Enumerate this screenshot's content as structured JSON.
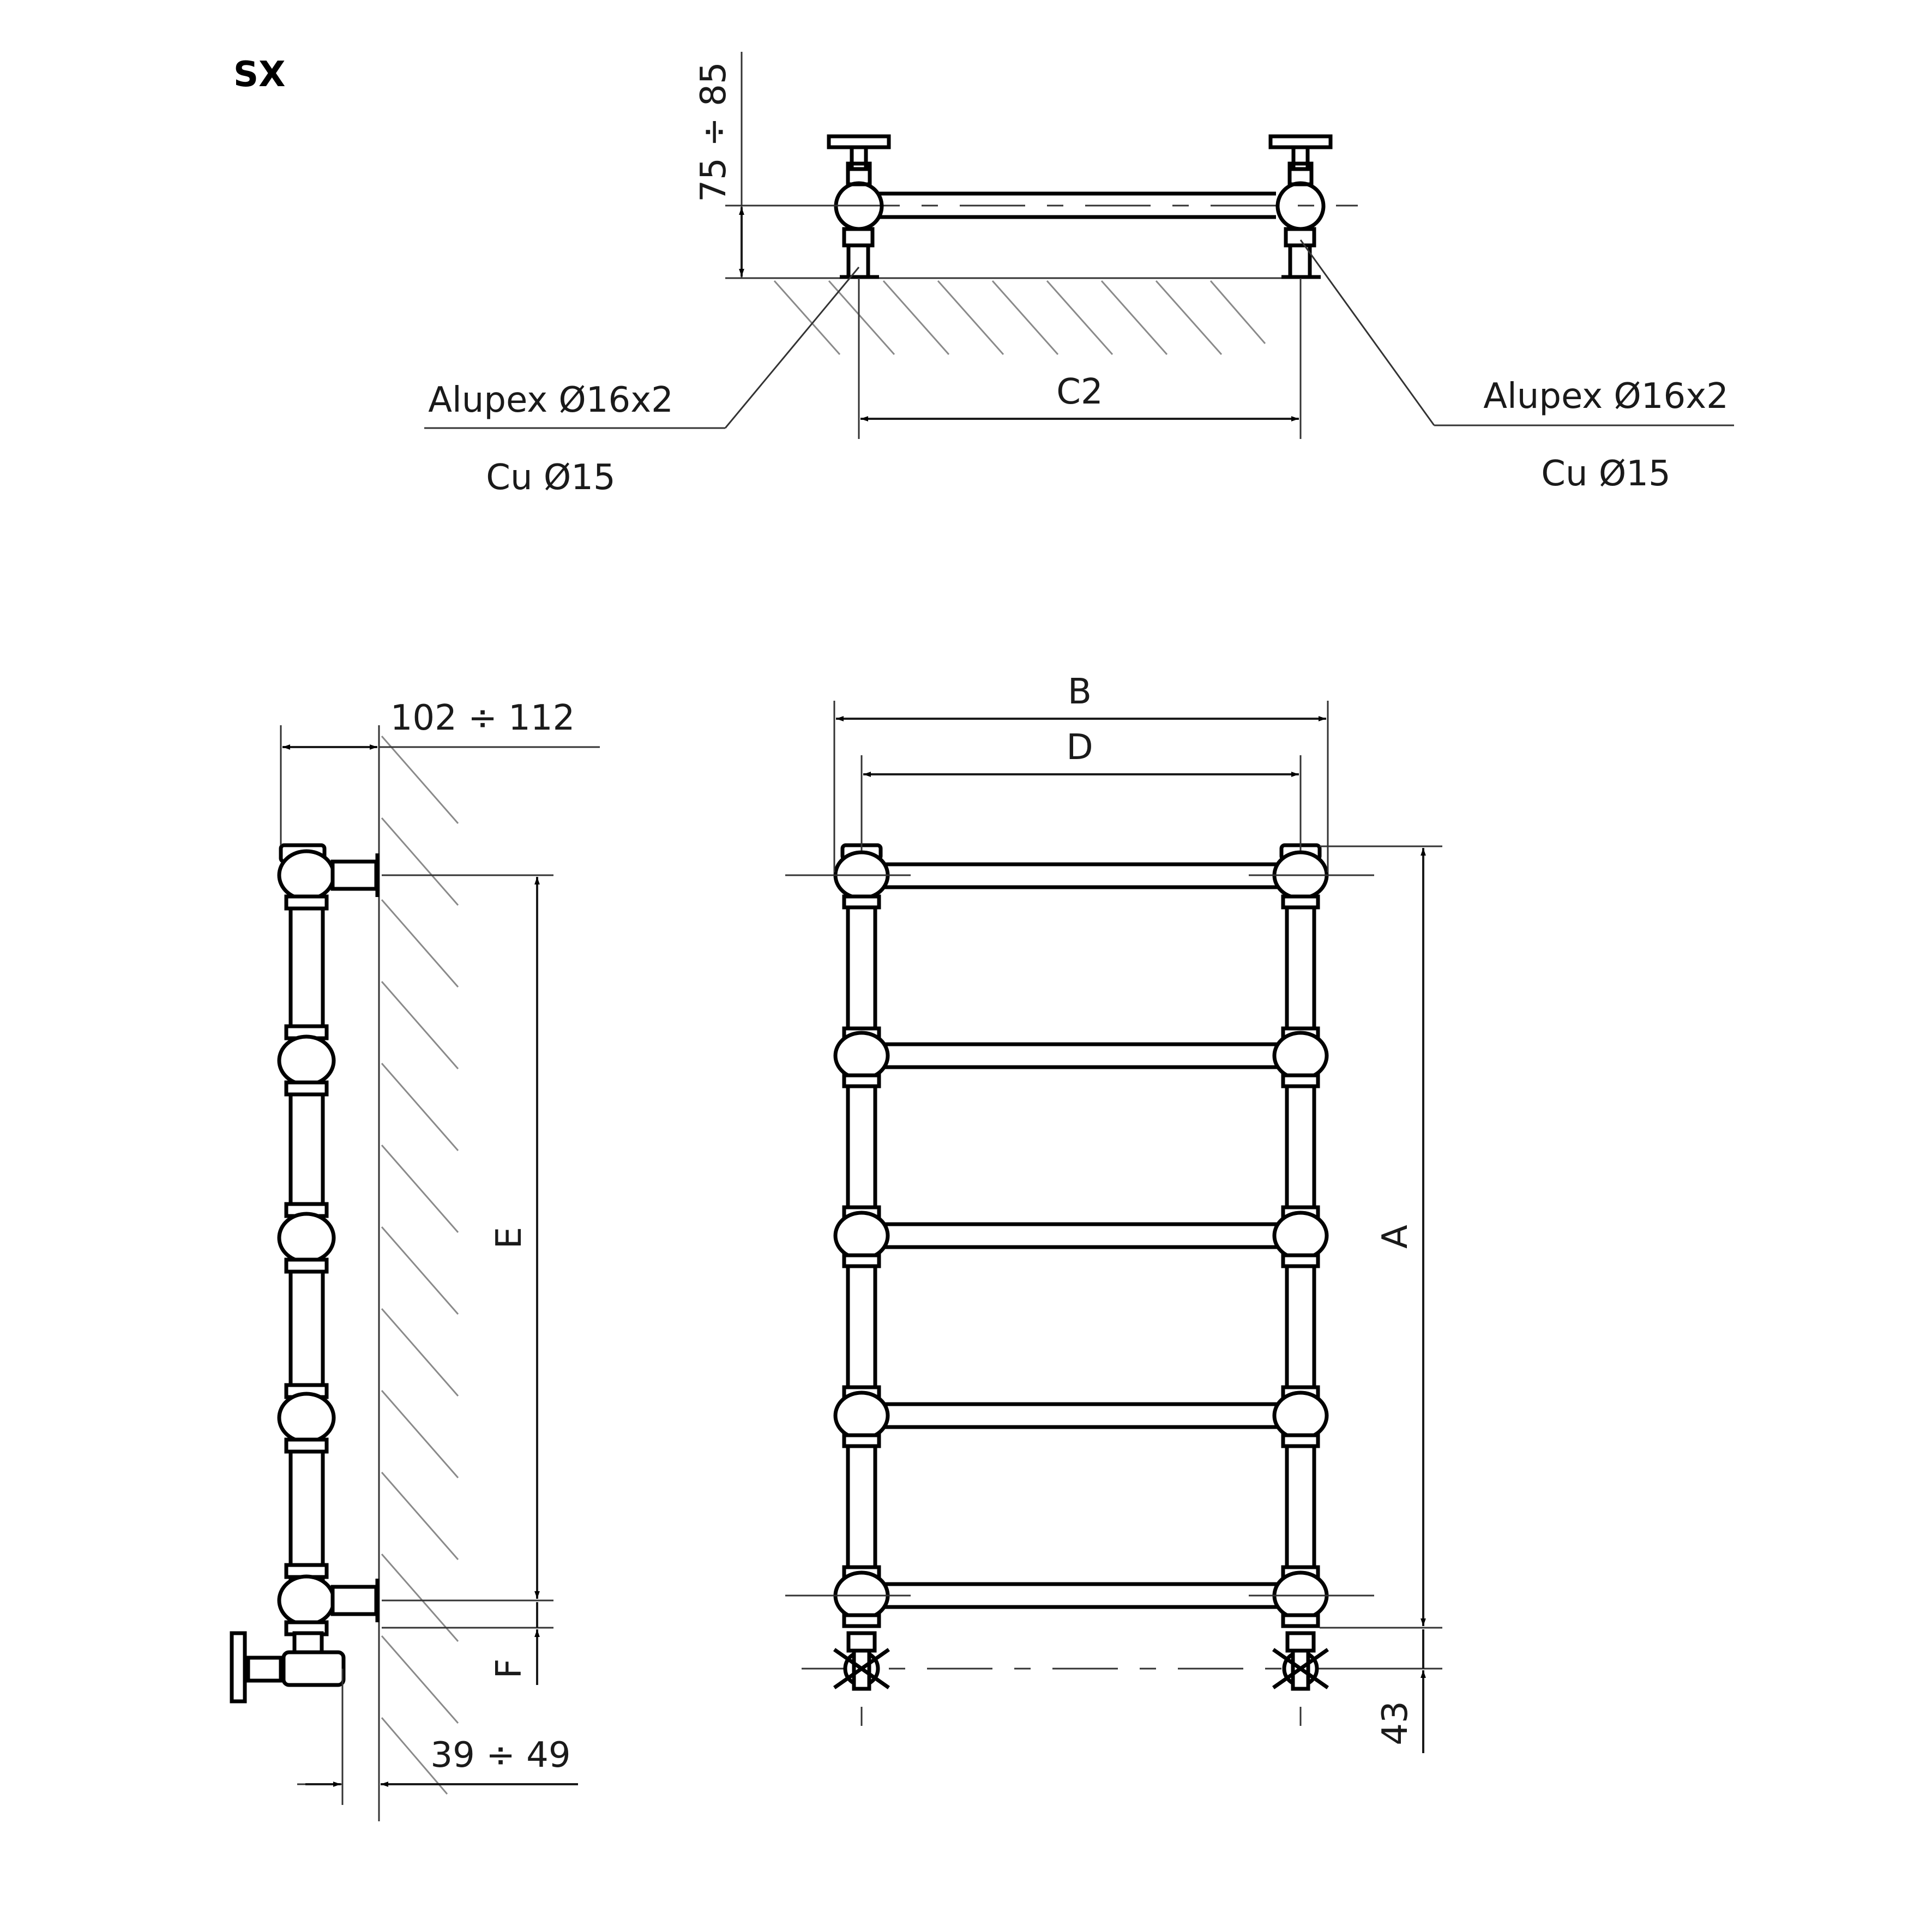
{
  "title": "SX",
  "top_view": {
    "height_range": "75 ÷ 85",
    "spacing": "C2",
    "left_pipe": {
      "alupex": "Alupex Ø16x2",
      "copper": "Cu Ø15"
    },
    "right_pipe": {
      "alupex": "Alupex Ø16x2",
      "copper": "Cu Ø15"
    }
  },
  "side_view": {
    "wall_distance": "102 ÷ 112",
    "valve_distance": "39 ÷ 49",
    "height": "E",
    "offset": "F"
  },
  "front_view": {
    "overall_width": "B",
    "axis_width": "D",
    "overall_height": "A",
    "valve_height": "43"
  }
}
